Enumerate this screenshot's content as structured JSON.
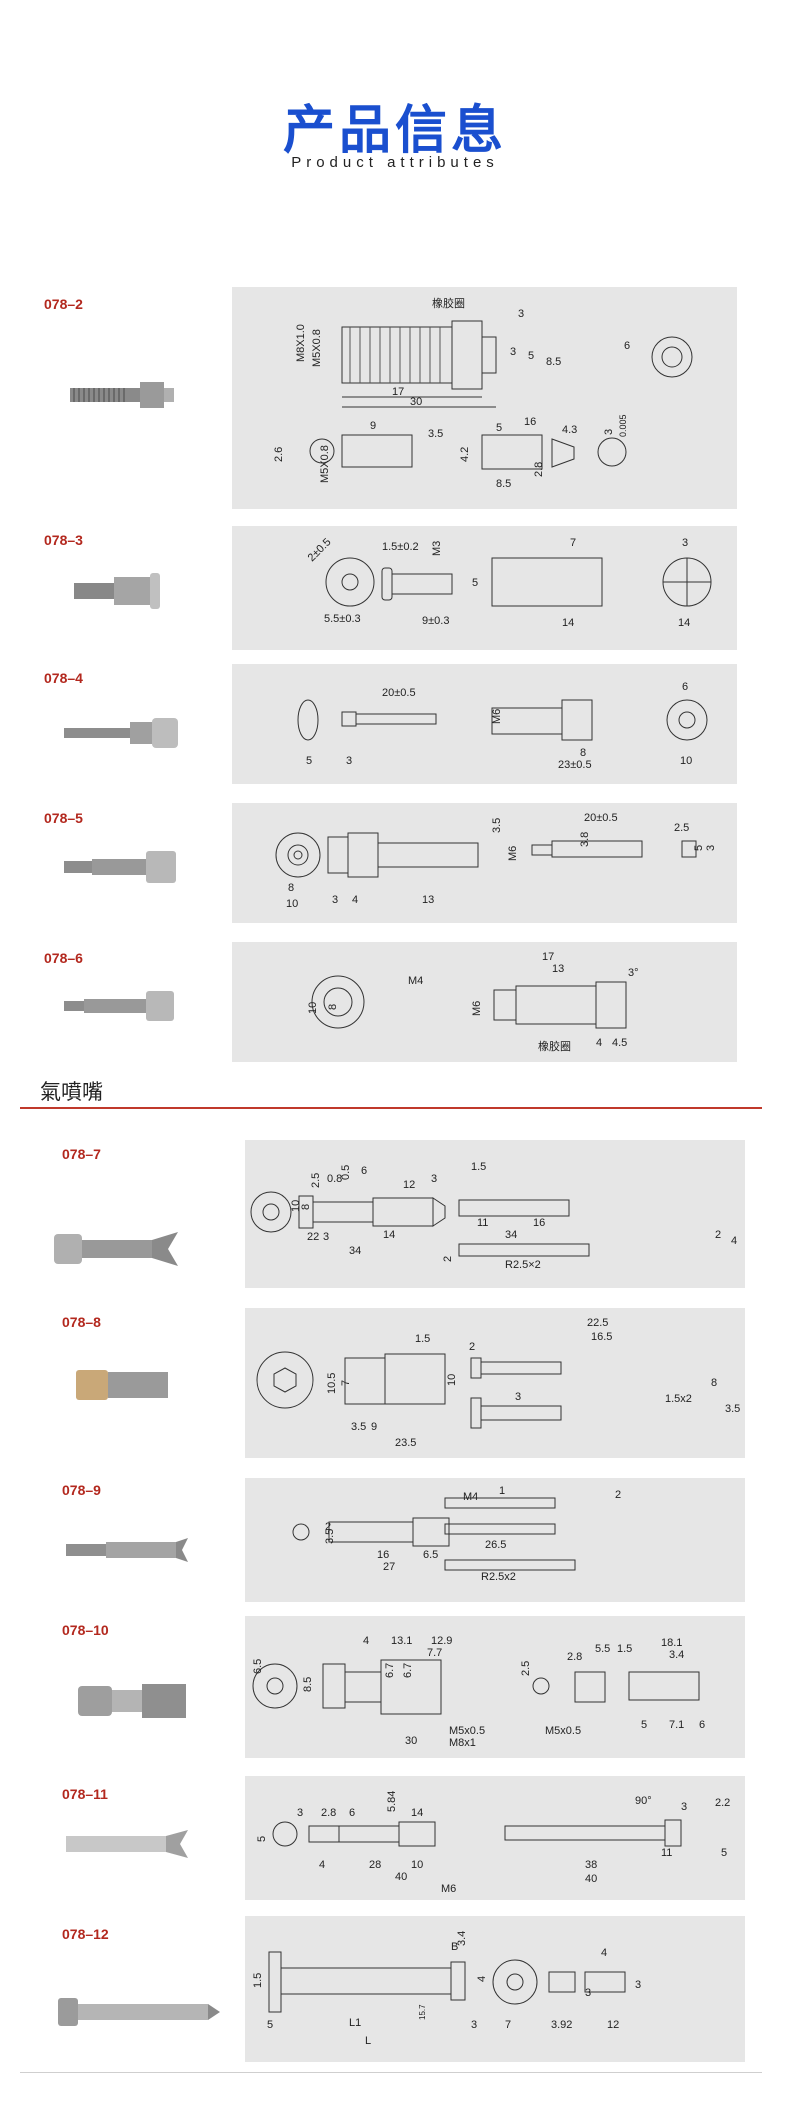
{
  "header": {
    "title": "产品信息",
    "subtitle": "Product attributes"
  },
  "section": {
    "heading": "氣噴嘴"
  },
  "products": [
    {
      "code": "078–2",
      "dims": [
        "M8X1.0",
        "M5X0.8",
        "橡胶圈",
        "17",
        "30",
        "3",
        "3",
        "5",
        "8.5",
        "6",
        "9",
        "3.5",
        "M5X0.8",
        "2.6",
        "5",
        "16",
        "4.3",
        "4.2",
        "8.5",
        "2.8",
        "0.005",
        "3"
      ]
    },
    {
      "code": "078–3",
      "dims": [
        "2±0.5",
        "1.5±0.2",
        "M3",
        "5",
        "5.5±0.3",
        "9±0.3",
        "7",
        "14",
        "3",
        "14"
      ]
    },
    {
      "code": "078–4",
      "dims": [
        "20±0.5",
        "M6",
        "5",
        "3",
        "23±0.5",
        "8",
        "6",
        "10"
      ]
    },
    {
      "code": "078–5",
      "dims": [
        "3.5",
        "M6",
        "20±0.5",
        "3.8",
        "2.5",
        "8",
        "10",
        "3",
        "4",
        "13",
        "5",
        "3"
      ]
    },
    {
      "code": "078–6",
      "dims": [
        "M4",
        "10",
        "8",
        "17",
        "13",
        "3°",
        "M6",
        "橡胶圈",
        "4",
        "4.5"
      ]
    },
    {
      "code": "078–7",
      "dims": [
        "2.5",
        "0.8",
        "0.5",
        "6",
        "12",
        "3",
        "1.5",
        "10",
        "8",
        "22",
        "3",
        "14",
        "34",
        "11",
        "16",
        "34",
        "R2.5×2",
        "2",
        "4",
        "2"
      ]
    },
    {
      "code": "078–8",
      "dims": [
        "1.5",
        "22.5",
        "16.5",
        "10.5",
        "7",
        "10",
        "3.5",
        "9",
        "23.5",
        "2",
        "3",
        "1.5x2",
        "8",
        "3.5"
      ]
    },
    {
      "code": "078–9",
      "dims": [
        "M4",
        "1",
        "2",
        "3.5",
        "16",
        "6.5",
        "27",
        "26.5",
        "R2.5x2",
        "2"
      ]
    },
    {
      "code": "078–10",
      "dims": [
        "4",
        "13.1",
        "12.9",
        "7.7",
        "6.5",
        "8.5",
        "6.7",
        "6.7",
        "M5x0.5",
        "M8x1",
        "30",
        "2.8",
        "5.5",
        "1.5",
        "18.1",
        "3.4",
        "2.5",
        "M5x0.5",
        "5",
        "7.1",
        "6"
      ]
    },
    {
      "code": "078–11",
      "dims": [
        "2.8",
        "6",
        "5.84",
        "14",
        "5",
        "3",
        "4",
        "28",
        "10",
        "40",
        "M6",
        "90°",
        "38",
        "11",
        "40",
        "2.2",
        "3",
        "5"
      ]
    },
    {
      "code": "078–12",
      "dims": [
        "3.4",
        "B",
        "1.5",
        "3",
        "5",
        "L1",
        "15.7",
        "L",
        "4",
        "7",
        "3.92",
        "3",
        "12",
        "3",
        "4"
      ]
    }
  ]
}
